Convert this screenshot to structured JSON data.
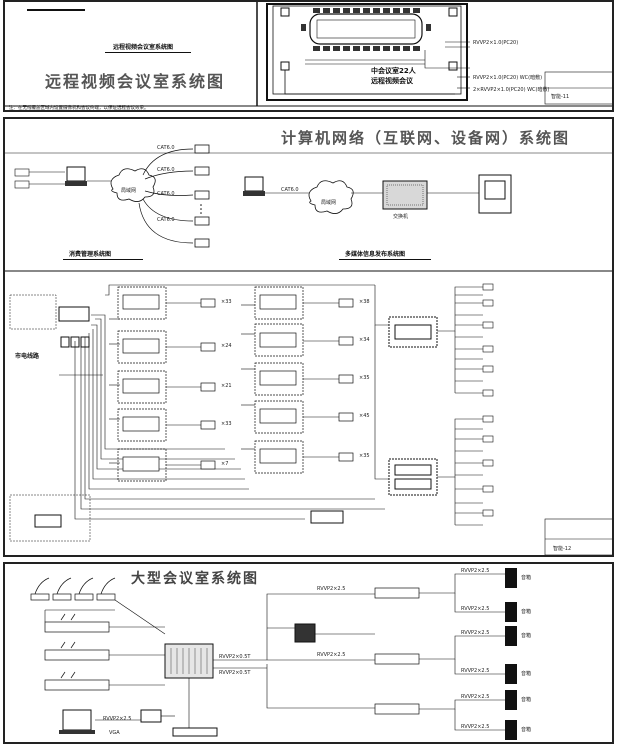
{
  "sheet1": {
    "title": "远程视频会议室系统图",
    "subtitle": "远程视频会议室系统图",
    "room_label_1": "中会议室22人",
    "room_label_2": "远程视频会议",
    "note": "注：在无线覆盖区域内设置摄像机和会议终端，以保证远程会议效果。",
    "cable_1": "RVVP2×1.0(PC20)",
    "cable_2": "RVVP2×1.0(PC20) WC(暗敷)",
    "cable_3": "2×RVVP2×1.0(PC20) WC(暗敷)",
    "drawing_no": "智能-11"
  },
  "sheet2": {
    "title": "计算机网络（互联网、设备网）系统图",
    "left_caption": "消费管理系统图",
    "right_caption": "多媒体信息发布系统图",
    "cable_labels": [
      "CAT6.0",
      "CAT6.0",
      "CAT6.0",
      "CAT6.0",
      "CAT6.0"
    ],
    "switch_label": "交换机",
    "cloud_label": "局域网",
    "side_label": "市电线路",
    "port_counts_left": [
      "×33",
      "×24",
      "×21",
      "×33",
      "×7"
    ],
    "port_counts_mid": [
      "×38",
      "×34",
      "×35",
      "×45",
      "×35"
    ],
    "drawing_no": "智能-12"
  },
  "sheet3": {
    "title": "大型会议室系统图",
    "cable_a": "RVVP2×2.5",
    "cable_b": "RVVP2×0.5T",
    "vga": "VGA",
    "speaker_labels": [
      "音箱",
      "音箱",
      "音箱",
      "音箱",
      "音箱",
      "音箱"
    ]
  }
}
